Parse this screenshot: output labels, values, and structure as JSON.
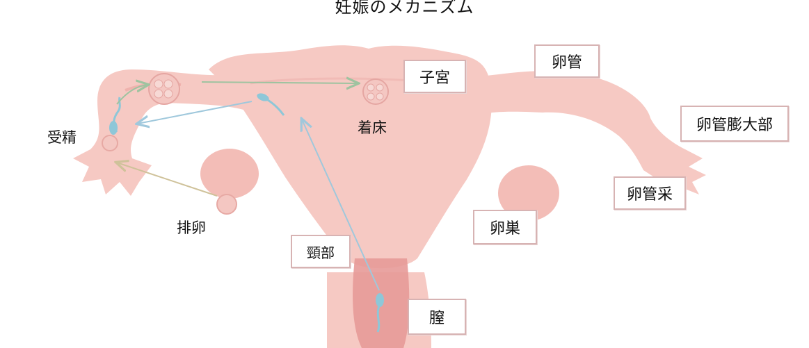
{
  "title": "妊娠のメカニズム",
  "labels": {
    "uterus": "子宮",
    "fallopian_tube": "卵管",
    "ampulla": "卵管膨大部",
    "fimbriae": "卵管采",
    "ovary": "卵巣",
    "cervix": "頸部",
    "vagina": "膣",
    "fertilization": "受精",
    "ovulation": "排卵",
    "implantation": "着床"
  },
  "colors": {
    "tissue": "#f6c9c3",
    "tissue_dark": "#efb2ad",
    "cervix_dark": "#e79a98",
    "sperm": "#8ec7d8",
    "arrow_green": "#9fc3a0",
    "arrow_blue": "#9fc8dc",
    "arrow_tan": "#cfc29a",
    "box_border": "#d7b3b3"
  }
}
